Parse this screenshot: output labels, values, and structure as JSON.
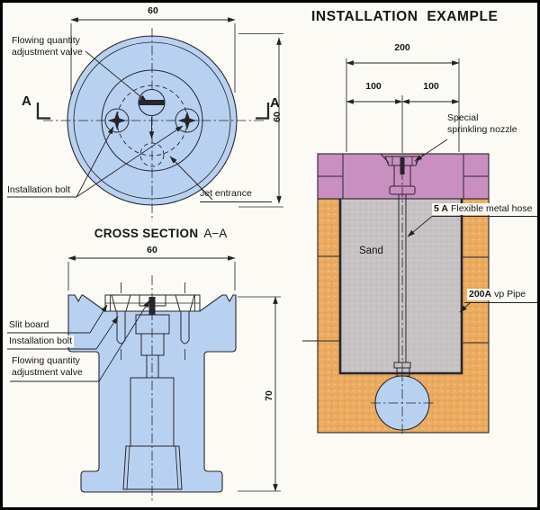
{
  "colors": {
    "blue": "#b9d1f1",
    "pink": "#c98fc0",
    "orange": "#ebab60",
    "sand_gray": "#c7c3c5",
    "line": "#26262c",
    "background": "#fbfaf5"
  },
  "plan_view": {
    "dim_width": "60",
    "dim_height": "60",
    "section_letter_left": "A",
    "section_letter_right": "A",
    "label_valve_1": "Flowing quantity",
    "label_valve_2": "adjustment valve",
    "label_bolt": "Installation bolt",
    "label_jet": "Jet entrance"
  },
  "cross_section": {
    "title": "CROSS SECTION",
    "title_suffix": "A−A",
    "dim_width": "60",
    "dim_height": "70",
    "label_slit": "Slit board",
    "label_bolt": "Installation bolt",
    "label_valve_1": "Flowing quantity",
    "label_valve_2": "adjustment valve"
  },
  "installation": {
    "title": "INSTALLATION  EXAMPLE",
    "dim_total": "200",
    "dim_left": "100",
    "dim_right": "100",
    "label_nozzle_1": "Special",
    "label_nozzle_2": "sprinkling nozzle",
    "label_hose_bold": "5 A",
    "label_hose": "Flexible metal hose",
    "label_sand": "Sand",
    "label_pipe_bold": "200A",
    "label_pipe": "vp Pipe"
  }
}
